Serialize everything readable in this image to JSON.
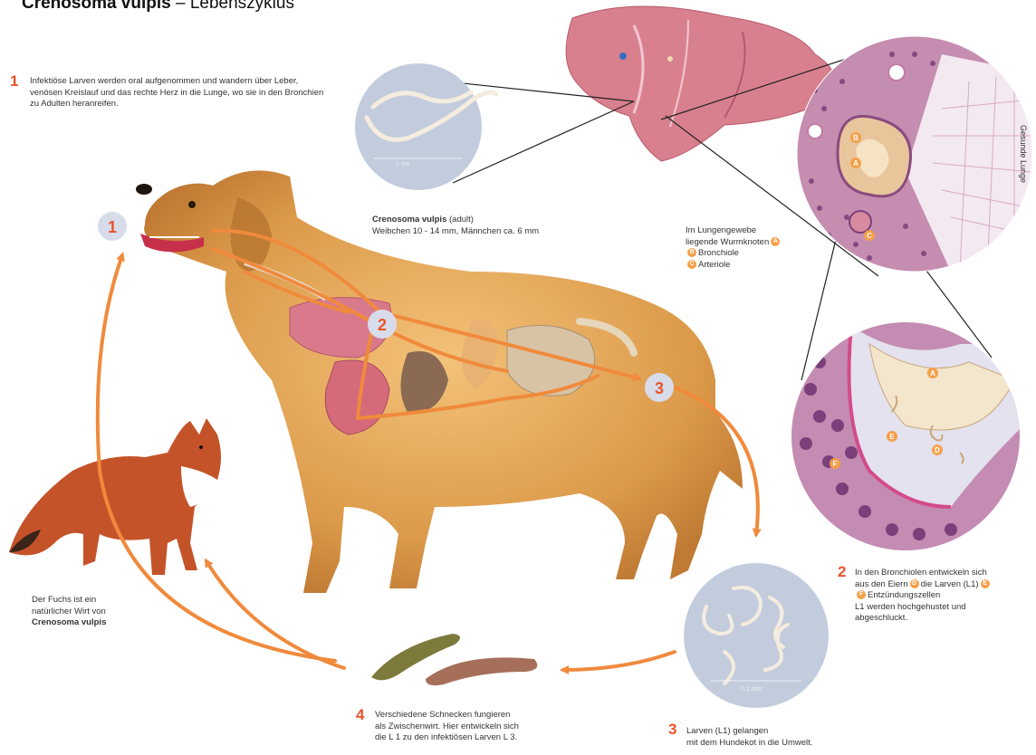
{
  "title": {
    "bold": "Crenosoma vulpis",
    "sep": " – ",
    "rest": "Lebenszyklus"
  },
  "steps": {
    "s1": {
      "num": "1",
      "text": "Infektiöse Larven werden oral aufgenommen und wandern über Leber, venösen Kreislauf und das rechte Herz in die Lunge, wo sie in den Bronchien zu Adulten heranreifen."
    },
    "s2": {
      "num": "2",
      "line1a": "In den Bronchiolen entwickeln sich",
      "line2a": "aus den Eiern",
      "line2b": "die Larven (L1)",
      "line3": "Entzündungszellen",
      "line4": "L1 werden hochgehustet und",
      "line5": "abgeschluckt."
    },
    "s3": {
      "num": "3",
      "line1": "Larven (L1) gelangen",
      "line2": "mit dem Hundekot in die Umwelt."
    },
    "s4": {
      "num": "4",
      "line1": "Verschiedene Schnecken fungieren",
      "line2": "als Zwischenwirt. Hier entwickeln sich",
      "line3": "die L 1 zu den infektiösen Larven L 3."
    }
  },
  "adult": {
    "name": "Crenosoma vulpis",
    "suffix": "(adult)",
    "sizes": "Weibchen 10 - 14 mm, Männchen ca. 6 mm",
    "scale": "1 cm"
  },
  "lung_legend": {
    "line1": "Im Lungengewebe",
    "line2": "liegende Wurmknoten",
    "bronchiole": "Bronchiole",
    "arteriole": "Arteriole"
  },
  "labels": {
    "A": "A",
    "B": "B",
    "C": "C",
    "D": "D",
    "E": "E",
    "F": "F",
    "healthy_lung": "Gesunde Lunge",
    "larvae_scale": "0,1 mm"
  },
  "fox": {
    "line1": "Der Fuchs ist ein",
    "line2": "natürlicher Wirt von",
    "name": "Crenosoma vulpis"
  },
  "colors": {
    "accent": "#f08a3c",
    "number": "#e8532b",
    "badge": "#f5a04a",
    "circle_bg": "#c3ccdd"
  }
}
